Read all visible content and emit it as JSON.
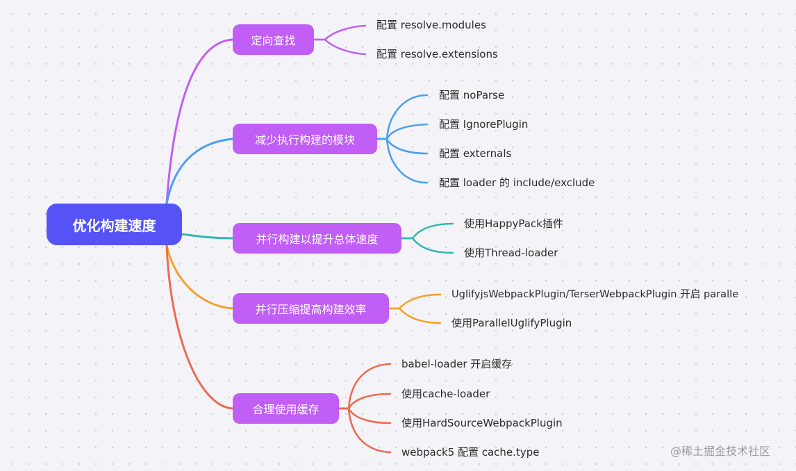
{
  "root": {
    "label": "优化构建速度"
  },
  "branches": [
    {
      "label": "定向查找",
      "color": "#c25ef0",
      "children": [
        "配置 resolve.modules",
        "配置 resolve.extensions"
      ]
    },
    {
      "label": "减少执行构建的模块",
      "color": "#4aa0ec",
      "children": [
        "配置 noParse",
        "配置 IgnorePlugin",
        "配置 externals",
        "配置 loader 的 include/exclude"
      ]
    },
    {
      "label": "并行构建以提升总体速度",
      "color": "#2fb8b0",
      "children": [
        "使用HappyPack插件",
        "使用Thread-loader"
      ]
    },
    {
      "label": "并行压缩提高构建效率",
      "color": "#f2a12a",
      "children": [
        "UglifyjsWebpackPlugin/TerserWebpackPlugin 开启 paralle",
        "使用ParallelUglifyPlugin"
      ]
    },
    {
      "label": "合理使用缓存",
      "color": "#ec6a50",
      "children": [
        "babel-loader 开启缓存",
        "使用cache-loader",
        "使用HardSourceWebpackPlugin",
        "webpack5 配置 cache.type"
      ]
    }
  ],
  "colors": {
    "root": "#5553f5",
    "branch": "#c05ef5",
    "background": "#f4f3f7"
  },
  "watermark": "@稀土掘金技术社区"
}
